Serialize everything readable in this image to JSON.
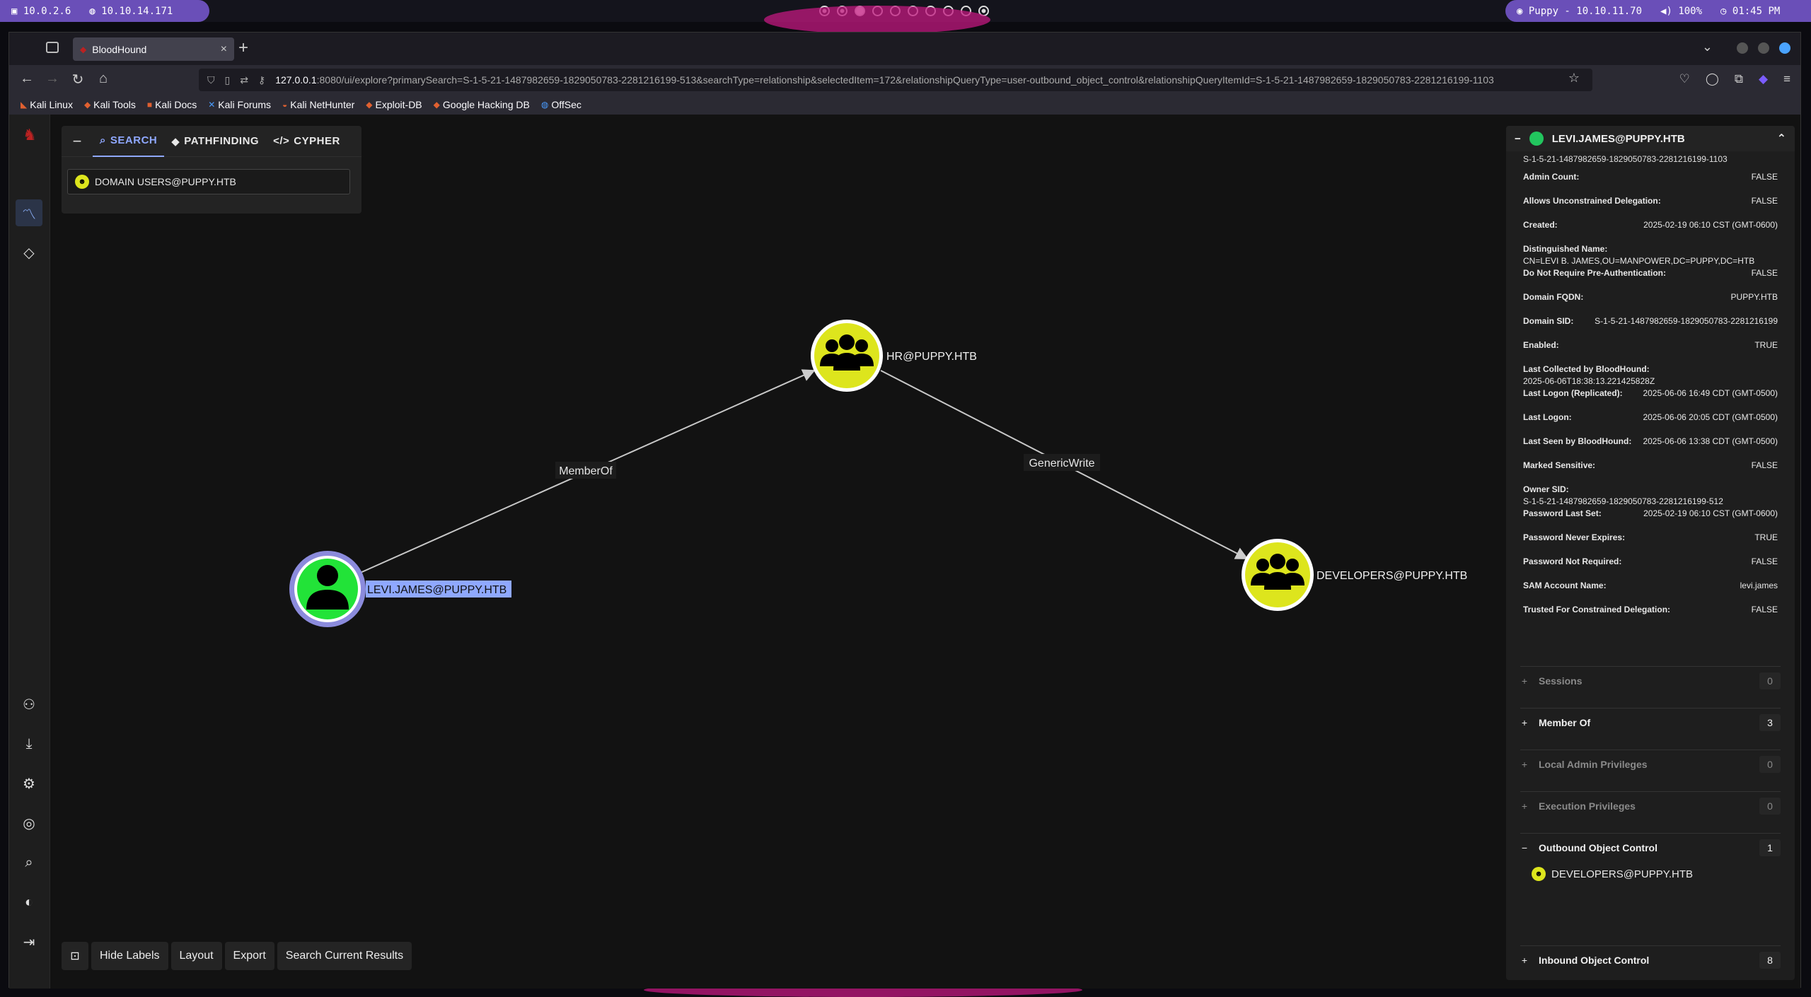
{
  "system_bar": {
    "left_items": [
      "10.0.2.6",
      "10.10.14.171"
    ],
    "right_items": [
      "Puppy - 10.10.11.70",
      "100%",
      "01:45 PM"
    ]
  },
  "browser": {
    "tab_title": "BloodHound",
    "url_host": "127.0.0.1",
    "url_rest": ":8080/ui/explore?primarySearch=S-1-5-21-1487982659-1829050783-2281216199-513&searchType=relationship&selectedItem=172&relationshipQueryType=user-outbound_object_control&relationshipQueryItemId=S-1-5-21-1487982659-1829050783-2281216199-1103",
    "bookmarks": [
      "Kali Linux",
      "Kali Tools",
      "Kali Docs",
      "Kali Forums",
      "Kali NetHunter",
      "Exploit-DB",
      "Google Hacking DB",
      "OffSec"
    ]
  },
  "search_panel": {
    "tabs": [
      "SEARCH",
      "PATHFINDING",
      "CYPHER"
    ],
    "search_value": "DOMAIN USERS@PUPPY.HTB"
  },
  "graph": {
    "nodes": [
      {
        "id": "levi",
        "label": "LEVI.JAMES@PUPPY.HTB",
        "kind": "user",
        "selected": true
      },
      {
        "id": "hr",
        "label": "HR@PUPPY.HTB",
        "kind": "group"
      },
      {
        "id": "dev",
        "label": "DEVELOPERS@PUPPY.HTB",
        "kind": "group"
      }
    ],
    "edges": [
      {
        "from": "levi",
        "to": "hr",
        "label": "MemberOf"
      },
      {
        "from": "hr",
        "to": "dev",
        "label": "GenericWrite"
      }
    ],
    "colors": {
      "user": "#22e338",
      "group": "#dde51d",
      "selected_ring": "#8b8bdc",
      "label_highlight": "#8fa8ff"
    }
  },
  "bottom_buttons": [
    "Hide Labels",
    "Layout",
    "Export",
    "Search Current Results"
  ],
  "detail": {
    "title": "LEVI.JAMES@PUPPY.HTB",
    "object_id": "S-1-5-21-1487982659-1829050783-2281216199-1103",
    "props": [
      {
        "k": "Admin Count:",
        "v": "FALSE"
      },
      {
        "k": "Allows Unconstrained Delegation:",
        "v": "FALSE"
      },
      {
        "k": "Created:",
        "v": "2025-02-19 06:10 CST (GMT-0600)"
      },
      {
        "k": "Distinguished Name:",
        "v": "CN=LEVI B. JAMES,OU=MANPOWER,DC=PUPPY,DC=HTB",
        "block": true
      },
      {
        "k": "Do Not Require Pre-Authentication:",
        "v": "FALSE"
      },
      {
        "k": "Domain FQDN:",
        "v": "PUPPY.HTB"
      },
      {
        "k": "Domain SID:",
        "v": "S-1-5-21-1487982659-1829050783-2281216199"
      },
      {
        "k": "Enabled:",
        "v": "TRUE"
      },
      {
        "k": "Last Collected by BloodHound:",
        "v": "2025-06-06T18:38:13.221425828Z",
        "block": true
      },
      {
        "k": "Last Logon (Replicated):",
        "v": "2025-06-06 16:49 CDT (GMT-0500)"
      },
      {
        "k": "Last Logon:",
        "v": "2025-06-06 20:05 CDT (GMT-0500)"
      },
      {
        "k": "Last Seen by BloodHound:",
        "v": "2025-06-06 13:38 CDT (GMT-0500)"
      },
      {
        "k": "Marked Sensitive:",
        "v": "FALSE"
      },
      {
        "k": "Owner SID:",
        "v": "S-1-5-21-1487982659-1829050783-2281216199-512",
        "block": true
      },
      {
        "k": "Password Last Set:",
        "v": "2025-02-19 06:10 CST (GMT-0600)"
      },
      {
        "k": "Password Never Expires:",
        "v": "TRUE"
      },
      {
        "k": "Password Not Required:",
        "v": "FALSE"
      },
      {
        "k": "SAM Account Name:",
        "v": "levi.james"
      },
      {
        "k": "Trusted For Constrained Delegation:",
        "v": "FALSE"
      }
    ],
    "sections": [
      {
        "label": "Sessions",
        "count": "0",
        "sign": "+",
        "dim": true
      },
      {
        "label": "Member Of",
        "count": "3",
        "sign": "+",
        "dim": false
      },
      {
        "label": "Local Admin Privileges",
        "count": "0",
        "sign": "+",
        "dim": true
      },
      {
        "label": "Execution Privileges",
        "count": "0",
        "sign": "+",
        "dim": true
      },
      {
        "label": "Outbound Object Control",
        "count": "1",
        "sign": "−",
        "dim": false
      },
      {
        "label": "Inbound Object Control",
        "count": "8",
        "sign": "+",
        "dim": false
      }
    ],
    "outbound_item": "DEVELOPERS@PUPPY.HTB"
  }
}
